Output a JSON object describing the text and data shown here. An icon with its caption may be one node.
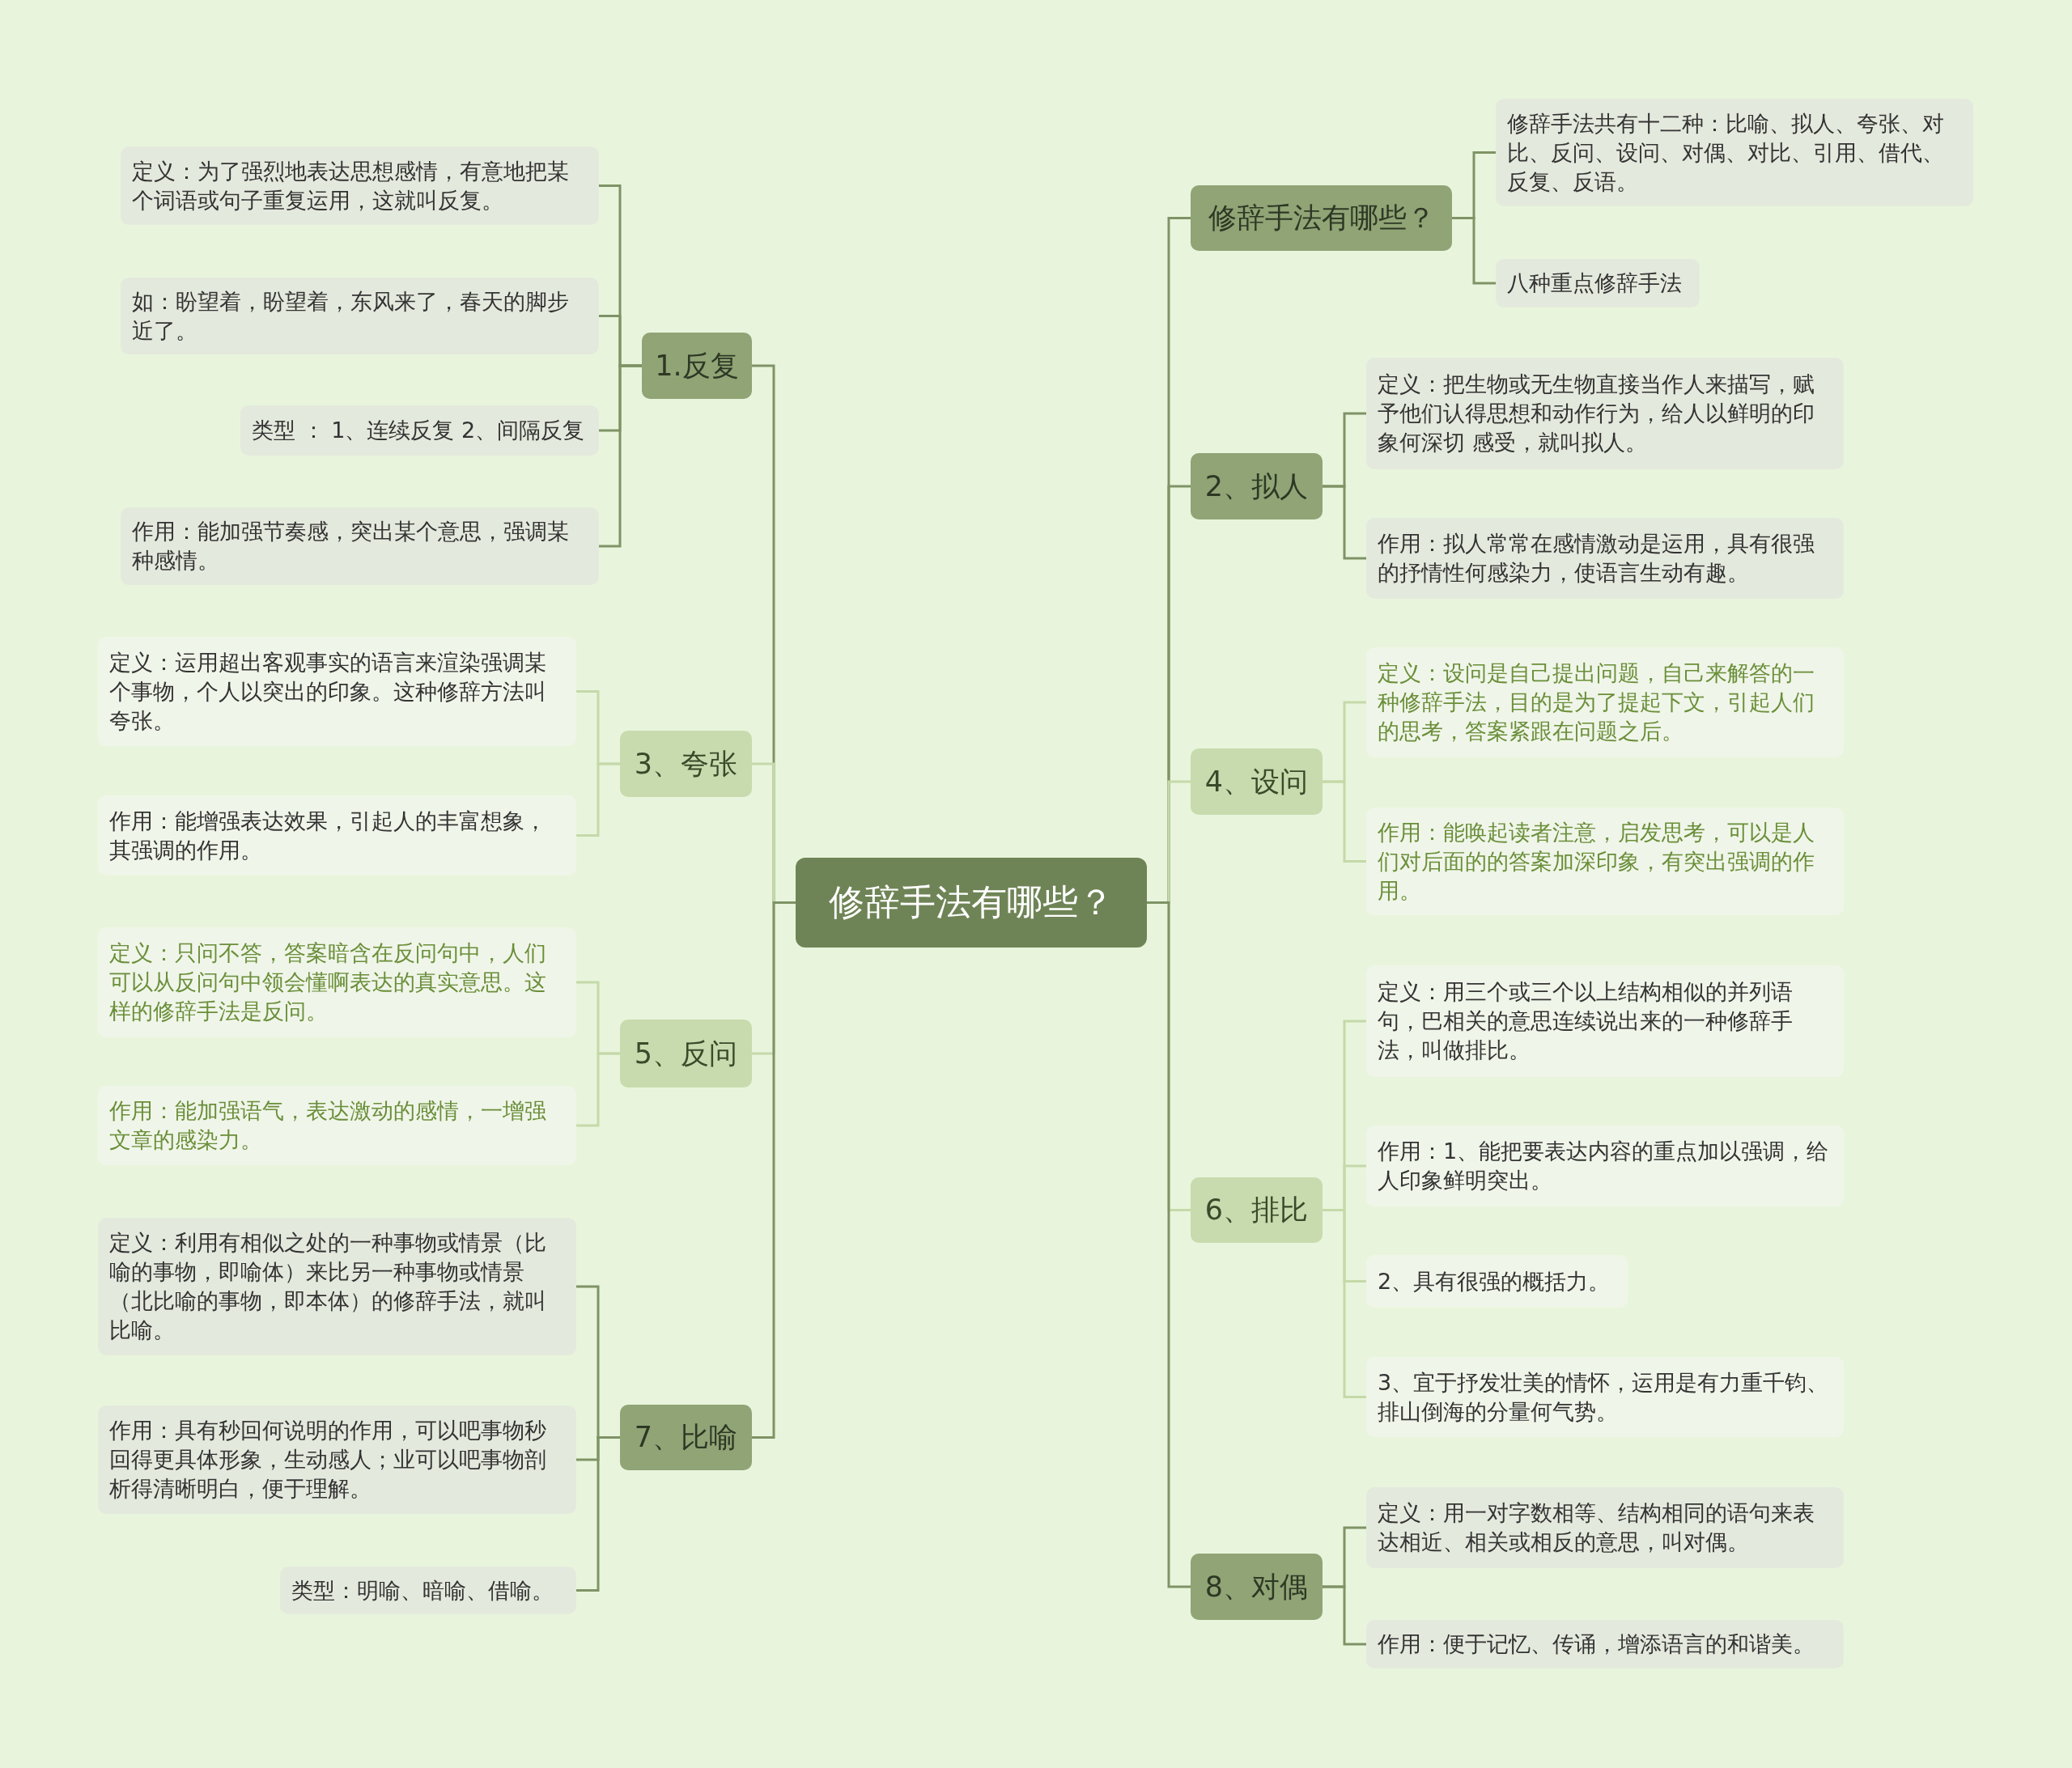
{
  "diagram": {
    "nodes": [
      {
        "text": [
          "修辞手法有哪些？"
        ]
      },
      {
        "text": [
          "1.反复"
        ]
      },
      {
        "text": [
          "定义：为了强烈地表达思想感情，有意地把某个词语或句子重复运用，这就叫反复。"
        ]
      },
      {
        "text": [
          "如：盼望着，盼望着，东风来了，春天的脚步近了。"
        ]
      },
      {
        "text": [
          "类型 ： 1、连续反复 2、间隔反复"
        ]
      },
      {
        "text": [
          "作用：能加强节奏感，突出某个意思，强调某种感情。"
        ]
      },
      {
        "text": [
          "3、夸张"
        ]
      },
      {
        "text": [
          "定义：运用超出客观事实的语言来渲染强调某个事物，个人以突出的印象。这种修辞方法叫夸张。"
        ]
      },
      {
        "text": [
          "作用：能增强表达效果，引起人的丰富想象，其强调的作用。"
        ]
      },
      {
        "text": [
          "5、反问"
        ]
      },
      {
        "text": [
          "定义：只问不答，答案暗含在反问句中，人们可以从反问句中领会懂啊表达的真实意思。这样的修辞手法是反问。"
        ]
      },
      {
        "text": [
          "作用：能加强语气，表达激动的感情，一增强文章的感染力。"
        ]
      },
      {
        "text": [
          "7、比喻"
        ]
      },
      {
        "text": [
          "定义：利用有相似之处的一种事物或情景（比喻的事物，即喻体）来比另一种事物或情景（北比喻的事物，即本体）的修辞手法，就叫比喻。"
        ]
      },
      {
        "text": [
          "作用：具有秒回何说明的作用，可以吧事物秒回得更具体形象，生动感人；业可以吧事物剖析得清晰明白，便于理解。"
        ]
      },
      {
        "text": [
          "类型：明喻、暗喻、借喻。"
        ]
      },
      {
        "text": [
          "修辞手法有哪些？"
        ]
      },
      {
        "text": [
          "修辞手法共有十二种：比喻、拟人、夸张、对比、反问、设问、对偶、对比、引用、借代、反复、反语。"
        ]
      },
      {
        "text": [
          "八种重点修辞手法"
        ]
      },
      {
        "text": [
          "2、拟人"
        ]
      },
      {
        "text": [
          "定义：把生物或无生物直接当作人来描写，赋予他们认得思想和动作行为，给人以鲜明的印象何深切 感受，就叫拟人。"
        ]
      },
      {
        "text": [
          "作用：拟人常常在感情激动是运用，具有很强的抒情性何感染力，使语言生动有趣。"
        ]
      },
      {
        "text": [
          "4、设问"
        ]
      },
      {
        "text": [
          "定义：设问是自己提出问题，自己来解答的一种修辞手法，目的是为了提起下文，引起人们的思考，答案紧跟在问题之后。"
        ]
      },
      {
        "text": [
          "作用：能唤起读者注意，启发思考，可以是人们对后面的的答案加深印象，有突出强调的作用。"
        ]
      },
      {
        "text": [
          "6、排比"
        ]
      },
      {
        "text": [
          "定义：用三个或三个以上结构相似的并列语句，巴相关的意思连续说出来的一种修辞手法，叫做排比。"
        ]
      },
      {
        "text": [
          "作用：1、能把要表达内容的重点加以强调，给人印象鲜明突出。"
        ]
      },
      {
        "text": [
          "2、具有很强的概括力。"
        ]
      },
      {
        "text": [
          "3、宜于抒发壮美的情怀，运用是有力重千钧、排山倒海的分量何气势。"
        ]
      },
      {
        "text": [
          "8、对偶"
        ]
      },
      {
        "text": [
          "定义：用一对字数相等、结构相同的语句来表达相近、相关或相反的意思，叫对偶。"
        ]
      },
      {
        "text": [
          "作用：便于记忆、传诵，增添语言的和谐美。"
        ]
      }
    ],
    "edges": [
      {
        "from": 0,
        "to": 1,
        "arrow": "none"
      },
      {
        "from": 1,
        "to": 2,
        "arrow": "none"
      },
      {
        "from": 1,
        "to": 3,
        "arrow": "none"
      },
      {
        "from": 1,
        "to": 4,
        "arrow": "none"
      },
      {
        "from": 1,
        "to": 5,
        "arrow": "none"
      },
      {
        "from": 0,
        "to": 6,
        "arrow": "none",
        "color": "#c5d9a9"
      },
      {
        "from": 6,
        "to": 7,
        "arrow": "none",
        "color": "#c5d9a9"
      },
      {
        "from": 6,
        "to": 8,
        "arrow": "none",
        "color": "#c5d9a9"
      },
      {
        "from": 0,
        "to": 9,
        "arrow": "none",
        "color": "#c5d9a9"
      },
      {
        "from": 9,
        "to": 10,
        "arrow": "none",
        "color": "#c5d9a9"
      },
      {
        "from": 9,
        "to": 11,
        "arrow": "none",
        "color": "#c5d9a9"
      },
      {
        "from": 0,
        "to": 12,
        "arrow": "none"
      },
      {
        "from": 12,
        "to": 13,
        "arrow": "none"
      },
      {
        "from": 12,
        "to": 14,
        "arrow": "none"
      },
      {
        "from": 12,
        "to": 15,
        "arrow": "none"
      },
      {
        "from": 0,
        "to": 16,
        "arrow": "none"
      },
      {
        "from": 16,
        "to": 17,
        "arrow": "none"
      },
      {
        "from": 16,
        "to": 18,
        "arrow": "none"
      },
      {
        "from": 0,
        "to": 19,
        "arrow": "none"
      },
      {
        "from": 19,
        "to": 20,
        "arrow": "none"
      },
      {
        "from": 19,
        "to": 21,
        "arrow": "none"
      },
      {
        "from": 0,
        "to": 22,
        "arrow": "none",
        "color": "#c5d9a9"
      },
      {
        "from": 22,
        "to": 23,
        "arrow": "none",
        "color": "#c5d9a9"
      },
      {
        "from": 22,
        "to": 24,
        "arrow": "none",
        "color": "#c5d9a9"
      },
      {
        "from": 0,
        "to": 25,
        "arrow": "none",
        "color": "#c5d9a9"
      },
      {
        "from": 25,
        "to": 26,
        "arrow": "none",
        "color": "#c5d9a9"
      },
      {
        "from": 25,
        "to": 27,
        "arrow": "none",
        "color": "#c5d9a9"
      },
      {
        "from": 25,
        "to": 28,
        "arrow": "none",
        "color": "#c5d9a9"
      },
      {
        "from": 25,
        "to": 29,
        "arrow": "none",
        "color": "#c5d9a9"
      },
      {
        "from": 0,
        "to": 30,
        "arrow": "none"
      },
      {
        "from": 30,
        "to": 31,
        "arrow": "none"
      },
      {
        "from": 30,
        "to": 32,
        "arrow": "none"
      }
    ]
  }
}
